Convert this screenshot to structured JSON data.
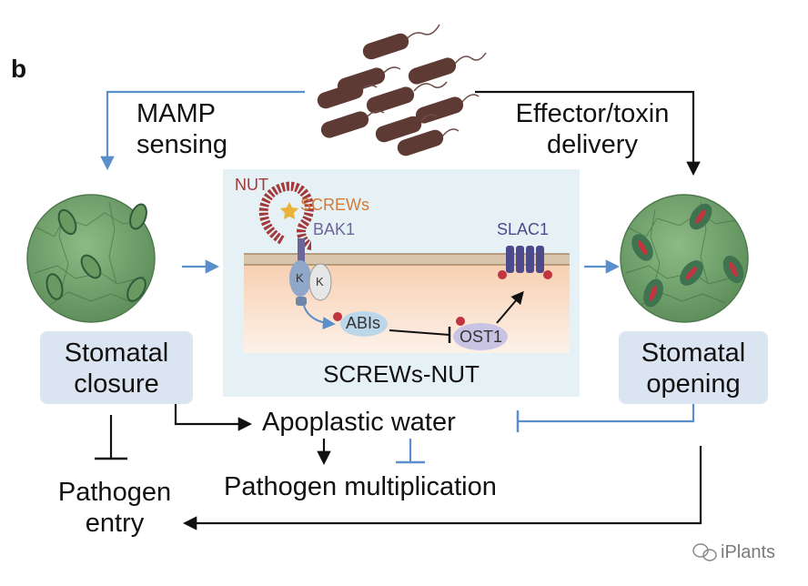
{
  "panel_label": "b",
  "left_path": {
    "sensing_line1": "MAMP",
    "sensing_line2": "sensing",
    "stomata_line1": "Stomatal",
    "stomata_line2": "closure"
  },
  "right_path": {
    "delivery_line1": "Effector/toxin",
    "delivery_line2": "delivery",
    "stomata_line1": "Stomatal",
    "stomata_line2": "opening"
  },
  "center": {
    "title": "SCREWs-NUT",
    "proteins": {
      "nut": "NUT",
      "screws": "SCREWs",
      "bak1": "BAK1",
      "kinase_a": "K",
      "kinase_b": "K",
      "abis": "ABIs",
      "ost1": "OST1",
      "slac1": "SLAC1"
    }
  },
  "outcomes": {
    "apoplastic_water": "Apoplastic water",
    "multiplication": "Pathogen multiplication",
    "entry_line1": "Pathogen",
    "entry_line2": "entry"
  },
  "watermark": "iPlants",
  "colors": {
    "blue_arrow": "#5b8fcb",
    "black_arrow": "#111111",
    "bacteria": "#5e3a35",
    "leaf_green": "#6e9f6a",
    "guard_cell": "#3f7350",
    "pore_red": "#c0353f",
    "label_box": "#dbe4f1",
    "cell_panel": "#e6f1f6",
    "membrane": "#cdb39a",
    "nut_red": "#a23a3a",
    "screws_orange": "#d27a3a",
    "bak1_purple": "#6b6599",
    "slac1_purple": "#4d4a8c",
    "abis_blue": "#bcd6ea",
    "ost1_purple": "#c9c4e4"
  }
}
